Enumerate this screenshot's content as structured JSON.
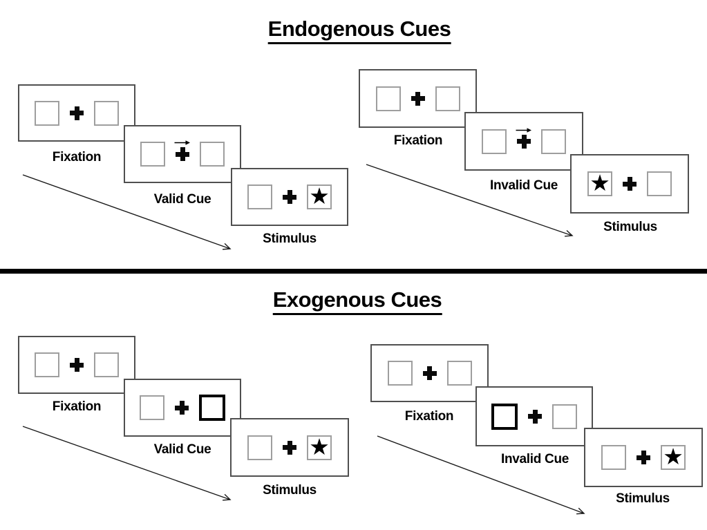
{
  "glyphs": {
    "star": "★"
  },
  "colors": {
    "ink": "#000000",
    "card_border": "#4f4f4f",
    "box_border": "#9e9e9e",
    "divider": "#000000"
  },
  "sections": [
    {
      "title": "Endogenous Cues",
      "sequences": [
        {
          "name": "valid",
          "cue_type": "central-arrow",
          "star_side": "right",
          "steps": [
            {
              "label": "Fixation"
            },
            {
              "label": "Valid Cue"
            },
            {
              "label": "Stimulus"
            }
          ]
        },
        {
          "name": "invalid",
          "cue_type": "central-arrow",
          "star_side": "left",
          "steps": [
            {
              "label": "Fixation"
            },
            {
              "label": "Invalid Cue"
            },
            {
              "label": "Stimulus"
            }
          ]
        }
      ]
    },
    {
      "title": "Exogenous Cues",
      "sequences": [
        {
          "name": "valid",
          "cue_type": "brightened-box-right",
          "star_side": "right",
          "steps": [
            {
              "label": "Fixation"
            },
            {
              "label": "Valid Cue"
            },
            {
              "label": "Stimulus"
            }
          ]
        },
        {
          "name": "invalid",
          "cue_type": "brightened-box-left",
          "star_side": "right",
          "steps": [
            {
              "label": "Fixation"
            },
            {
              "label": "Invalid Cue"
            },
            {
              "label": "Stimulus"
            }
          ]
        }
      ]
    }
  ]
}
